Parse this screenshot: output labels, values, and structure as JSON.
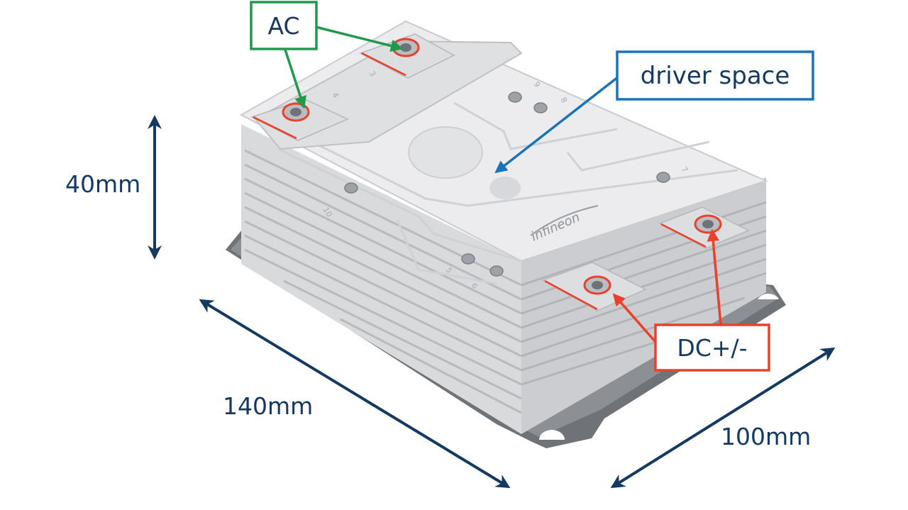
{
  "labels": {
    "ac": "AC",
    "driver_space": "driver space",
    "dc": "DC+/-",
    "height": "40mm",
    "length": "140mm",
    "width": "100mm"
  },
  "logo_text": "infineon",
  "terminal_numbers": [
    "4",
    "3",
    "9",
    "8",
    "10",
    "7",
    "5",
    "6"
  ],
  "colors": {
    "ac_green": "#1e9a4a",
    "driver_blue": "#1a72b8",
    "dc_red": "#e8412c",
    "dimension_navy": "#143a63",
    "module_body": "#e6e7e9",
    "baseplate": "#6f7377"
  }
}
